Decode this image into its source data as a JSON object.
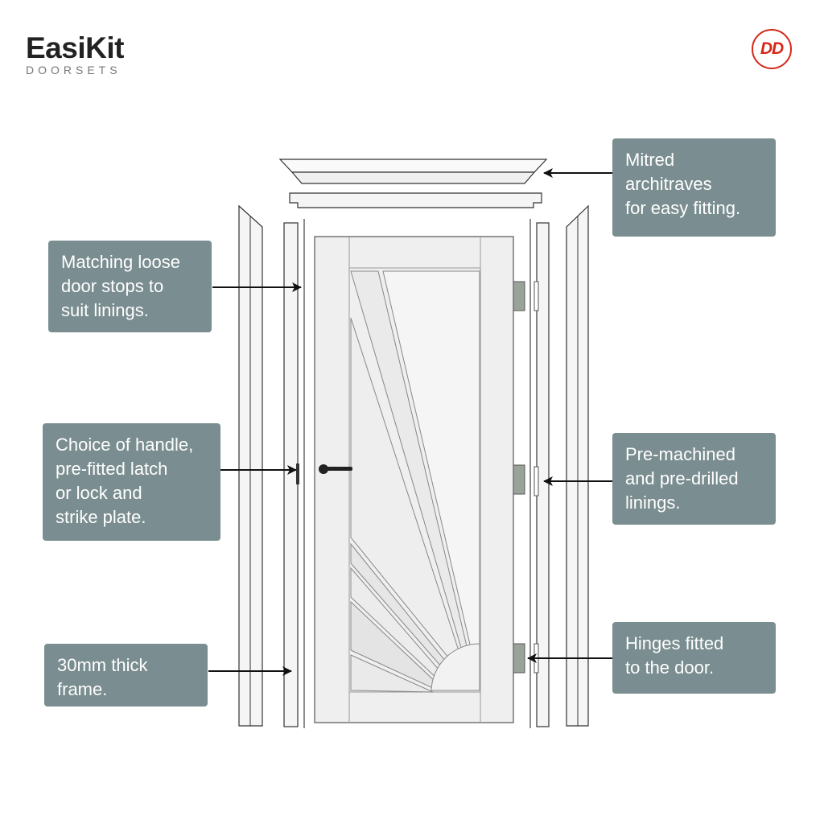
{
  "brand": {
    "name": "EasiKit",
    "subtitle": "DOORSETS",
    "dd_mark": "DD",
    "dd_color": "#d62718"
  },
  "colors": {
    "callout_bg": "#7a8d90",
    "callout_text": "#ffffff",
    "arrow": "#111111"
  },
  "callouts": {
    "architraves": [
      "Mitred",
      "architraves",
      "for easy fitting."
    ],
    "door_stops": [
      "Matching loose",
      "door stops to",
      "suit linings."
    ],
    "handle": [
      "Choice of handle,",
      "pre-fitted latch",
      "or lock and",
      "strike plate."
    ],
    "frame": [
      "30mm thick",
      "frame."
    ],
    "linings": [
      "Pre-machined",
      "and pre-drilled",
      "linings."
    ],
    "hinges": [
      "Hinges fitted",
      "to the door."
    ]
  },
  "icons": {
    "handle": "door-handle-icon",
    "hinge": "hinge-icon",
    "arrow": "arrow-icon"
  }
}
